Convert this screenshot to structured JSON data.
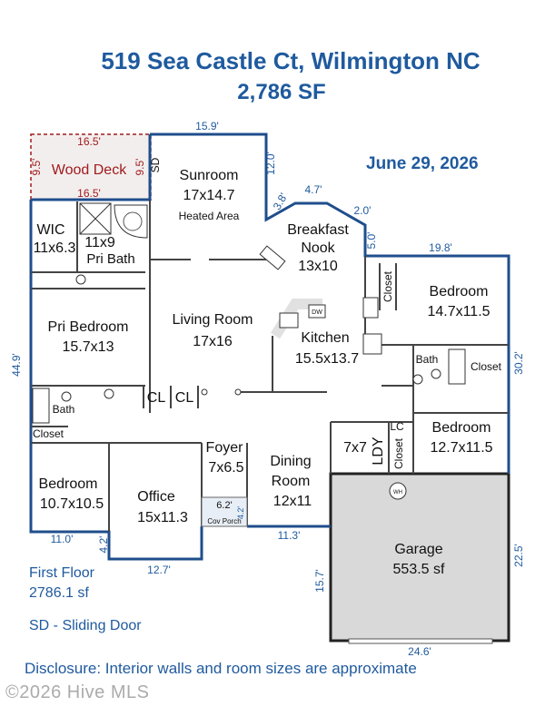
{
  "header": {
    "address": "519 Sea Castle Ct, Wilmington NC",
    "area": "2,786 SF",
    "date": "June 29, 2026"
  },
  "rooms": {
    "wood_deck": "Wood Deck",
    "sd_label": "SD",
    "sunroom": "Sunroom",
    "sunroom_size": "17x14.7",
    "sunroom_note": "Heated Area",
    "wic": "WIC",
    "wic_size": "11x6.3",
    "pri_bath_size": "11x9",
    "pri_bath": "Pri Bath",
    "breakfast": "Breakfast",
    "nook": "Nook",
    "nook_size": "13x10",
    "bedroom1": "Bedroom",
    "bedroom1_size": "14.7x11.5",
    "closet": "Closet",
    "pri_bedroom": "Pri Bedroom",
    "pri_bedroom_size": "15.7x13",
    "living": "Living Room",
    "living_size": "17x16",
    "kitchen": "Kitchen",
    "kitchen_size": "15.5x13.7",
    "dw": "DW",
    "bath": "Bath",
    "cl": "CL",
    "lc": "LC",
    "ldy": "LDY",
    "ldy_size": "7x7",
    "bedroom2": "Bedroom",
    "bedroom2_size": "12.7x11.5",
    "foyer": "Foyer",
    "foyer_size": "7x6.5",
    "dining": "Dining",
    "dining2": "Room",
    "dining_size": "12x11",
    "bedroom3": "Bedroom",
    "bedroom3_size": "10.7x10.5",
    "office": "Office",
    "office_size": "15x11.3",
    "cov_porch": "Cov Porch",
    "garage": "Garage",
    "garage_size": "553.5 sf",
    "wh": "WH"
  },
  "dimensions": {
    "d_15_9": "15.9'",
    "d_16_5_top": "16.5'",
    "d_16_5_bot": "16.5'",
    "d_9_5a": "9.5'",
    "d_9_5b": "9.5'",
    "d_12_0": "12.0'",
    "d_3_8": "3.8'",
    "d_4_7": "4.7'",
    "d_2_0": "2.0'",
    "d_5_0": "5.0'",
    "d_19_8": "19.8'",
    "d_44_9": "44.9'",
    "d_30_2": "30.2'",
    "d_11_0": "11.0'",
    "d_4_2a": "4.2'",
    "d_12_7": "12.7'",
    "d_6_2": "6.2'",
    "d_4_2b": "4.2'",
    "d_11_3": "11.3'",
    "d_15_7": "15.7'",
    "d_22_5": "22.5'",
    "d_24_6": "24.6'"
  },
  "notes": {
    "first_floor": "First Floor",
    "first_floor_area": "2786.1 sf",
    "sd_legend": "SD - Sliding Door",
    "disclosure": "Disclosure: Interior walls and room sizes are approximate",
    "copyright": "©2026 Hive MLS"
  },
  "colors": {
    "wall": "#1f4e8c",
    "dim_text": "#1f5a9e",
    "deck": "#a01b1b",
    "garage_fill": "#d9d9d9"
  }
}
